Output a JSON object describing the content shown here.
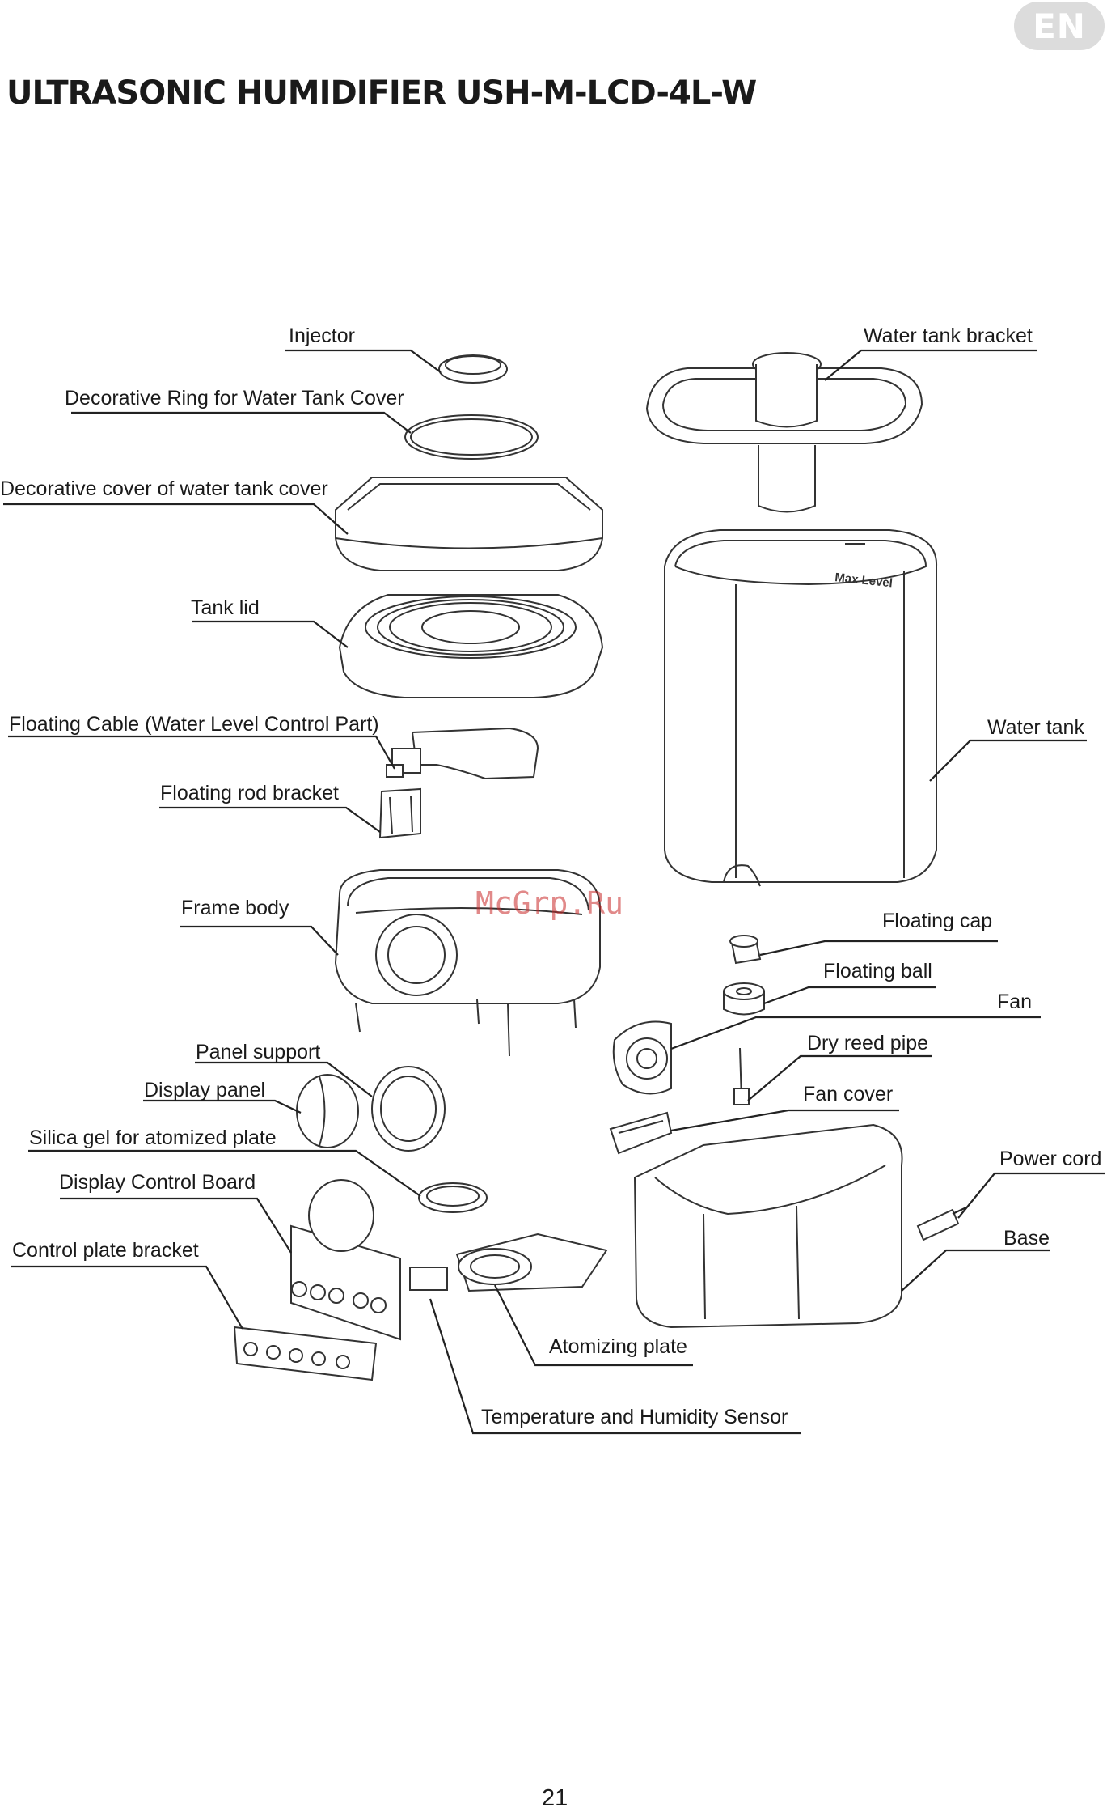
{
  "header": {
    "language_badge": "EN",
    "title": "ULTRASONIC HUMIDIFIER USH-M-LCD-4L-W"
  },
  "labels": {
    "injector": "Injector",
    "decorative_ring": "Decorative Ring for Water Tank Cover",
    "decorative_cover": "Decorative cover of water tank cover",
    "tank_lid": "Tank lid",
    "floating_cable": "Floating Cable (Water Level Control Part)",
    "floating_rod_bracket": "Floating rod bracket",
    "frame_body": "Frame body",
    "panel_support": "Panel support",
    "display_panel": "Display panel",
    "silica_gel": "Silica gel for atomized plate",
    "display_control_board": "Display Control Board",
    "control_plate_bracket": "Control plate bracket",
    "water_tank_bracket": "Water tank bracket",
    "water_tank": "Water tank",
    "floating_cap": "Floating cap",
    "floating_ball": "Floating ball",
    "fan": "Fan",
    "dry_reed_pipe": "Dry reed pipe",
    "fan_cover": "Fan cover",
    "power_cord": "Power cord",
    "base": "Base",
    "atomizing_plate": "Atomizing plate",
    "temp_humidity_sensor": "Temperature and Humidity Sensor"
  },
  "tank_marking": "Max Level",
  "watermark": "McGrp.Ru",
  "page_number": "21"
}
